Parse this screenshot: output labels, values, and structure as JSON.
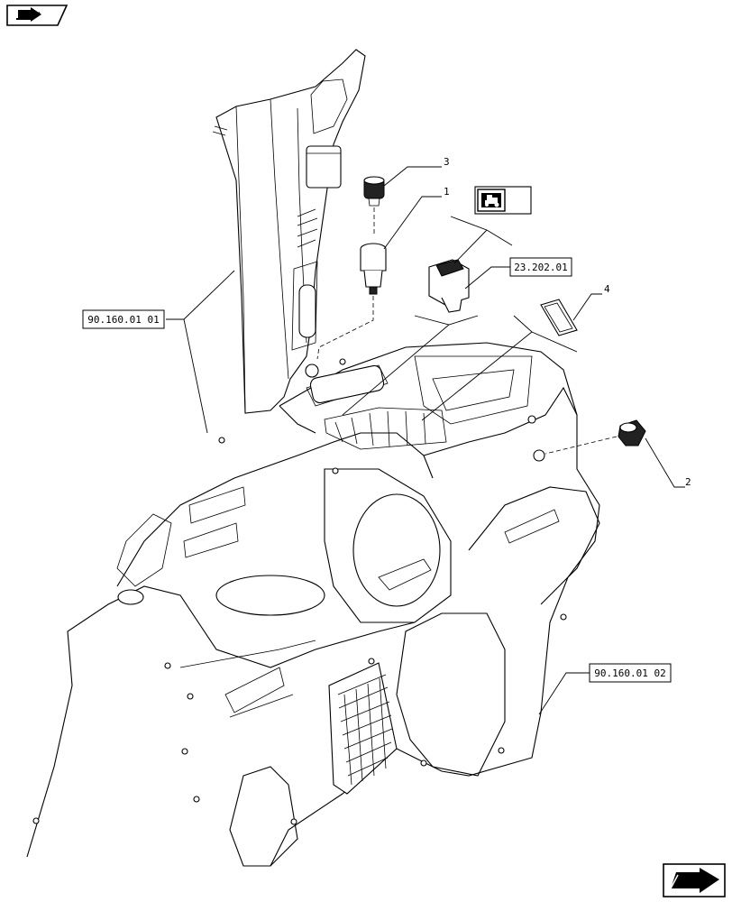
{
  "nav": {
    "top_left_icon": "nav-back-arrow-icon",
    "bottom_right_icon": "nav-next-arrow-icon"
  },
  "references": {
    "ref_upper": "90.160.01 01",
    "ref_switch": "23.202.01",
    "ref_lower": "90.160.01 02"
  },
  "callouts": {
    "c1": "1",
    "c2": "2",
    "c3": "3",
    "c4": "4"
  }
}
